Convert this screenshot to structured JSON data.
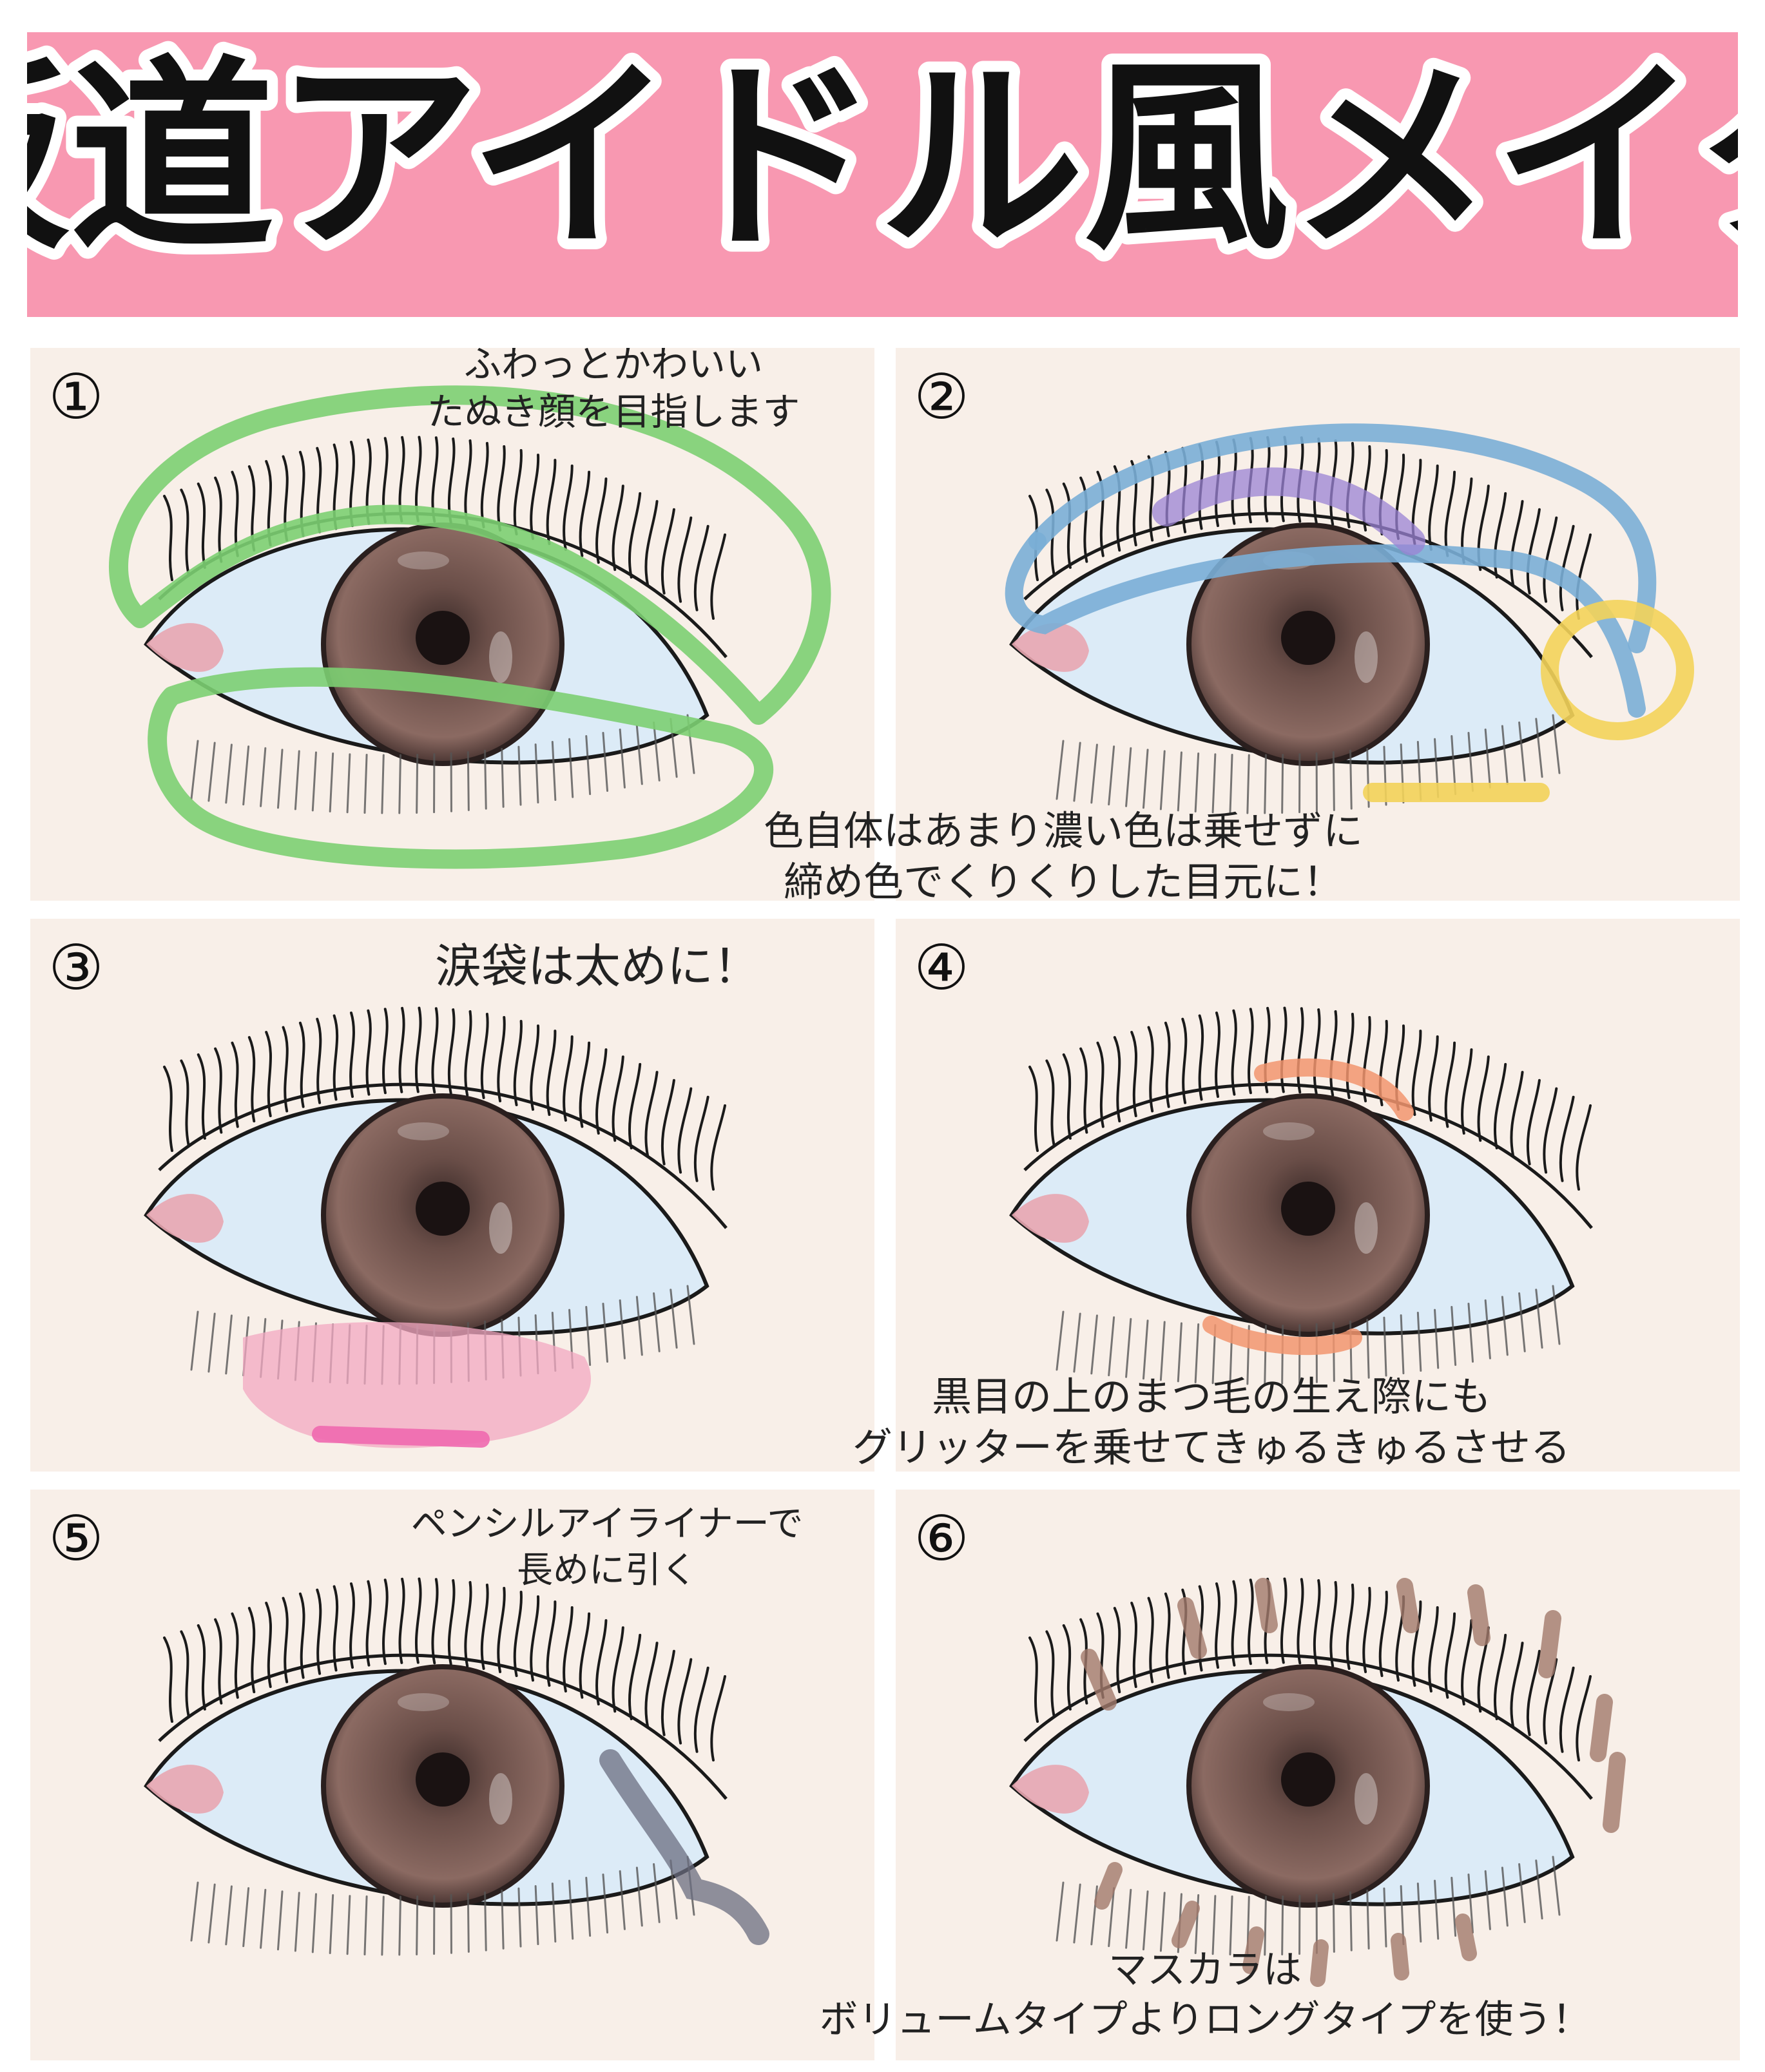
{
  "title": "坂道アイドル風メイク",
  "steps": [
    {
      "num": "①",
      "lines": [
        "ふわっとかわいい",
        "たぬき顔を目指します"
      ]
    },
    {
      "num": "②",
      "lines": [
        "色自体はあまり濃い色は乗せずに",
        "締め色でくりくりした目元に！"
      ]
    },
    {
      "num": "③",
      "lines": [
        "涙袋は太めに！"
      ]
    },
    {
      "num": "④",
      "lines": [
        "黒目の上のまつ毛の生え際にも",
        "グリッターを乗せてきゅるきゅるさせる"
      ]
    },
    {
      "num": "⑤",
      "lines": [
        "ペンシルアイライナーで",
        "長めに引く"
      ]
    },
    {
      "num": "⑥",
      "lines": [
        "マスカラは",
        "ボリュームタイプよりロングタイプを使う！"
      ]
    }
  ],
  "colors": {
    "banner": "#f898b1",
    "panel_bg": "#f8efe8",
    "green_guide": "#7ccf72",
    "blue_guide": "#7aaed6",
    "purple_shadow": "#9b83d4",
    "yellow_guide": "#f3d35a",
    "pink_tearbag": "#f3a8c2",
    "orange_glitter": "#f2956e",
    "gray_liner": "#6b6e80",
    "mascara_brown": "#a27a6c"
  }
}
